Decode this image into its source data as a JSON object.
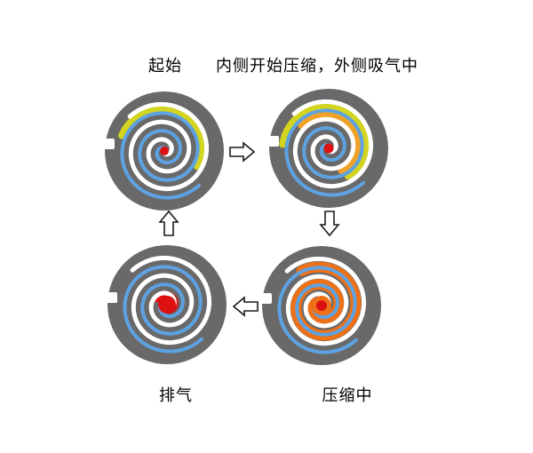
{
  "diagram": {
    "title": "scroll-compressor-cycle",
    "panels": {
      "start": {
        "label": "起始"
      },
      "intake": {
        "label": "内侧开始压缩，外侧吸气中"
      },
      "compressing": {
        "label": "压缩中"
      },
      "exhaust": {
        "label": "排气"
      }
    },
    "flow_arrows": [
      "arrow-right",
      "arrow-down",
      "arrow-left",
      "arrow-up"
    ],
    "colors": {
      "background": "#ffffff",
      "body": "#696969",
      "fixed_scroll": "#ffffff",
      "orbiting_scroll": "#5da2e2",
      "gas_intake": "#d2d41f",
      "gas_warm": "#f0a228",
      "gas_compressed": "#ee7118",
      "gas_discharge": "#dd1111",
      "arrow_fill": "#ffffff",
      "arrow_outline": "#1a1a1a",
      "text": "#000000"
    }
  }
}
